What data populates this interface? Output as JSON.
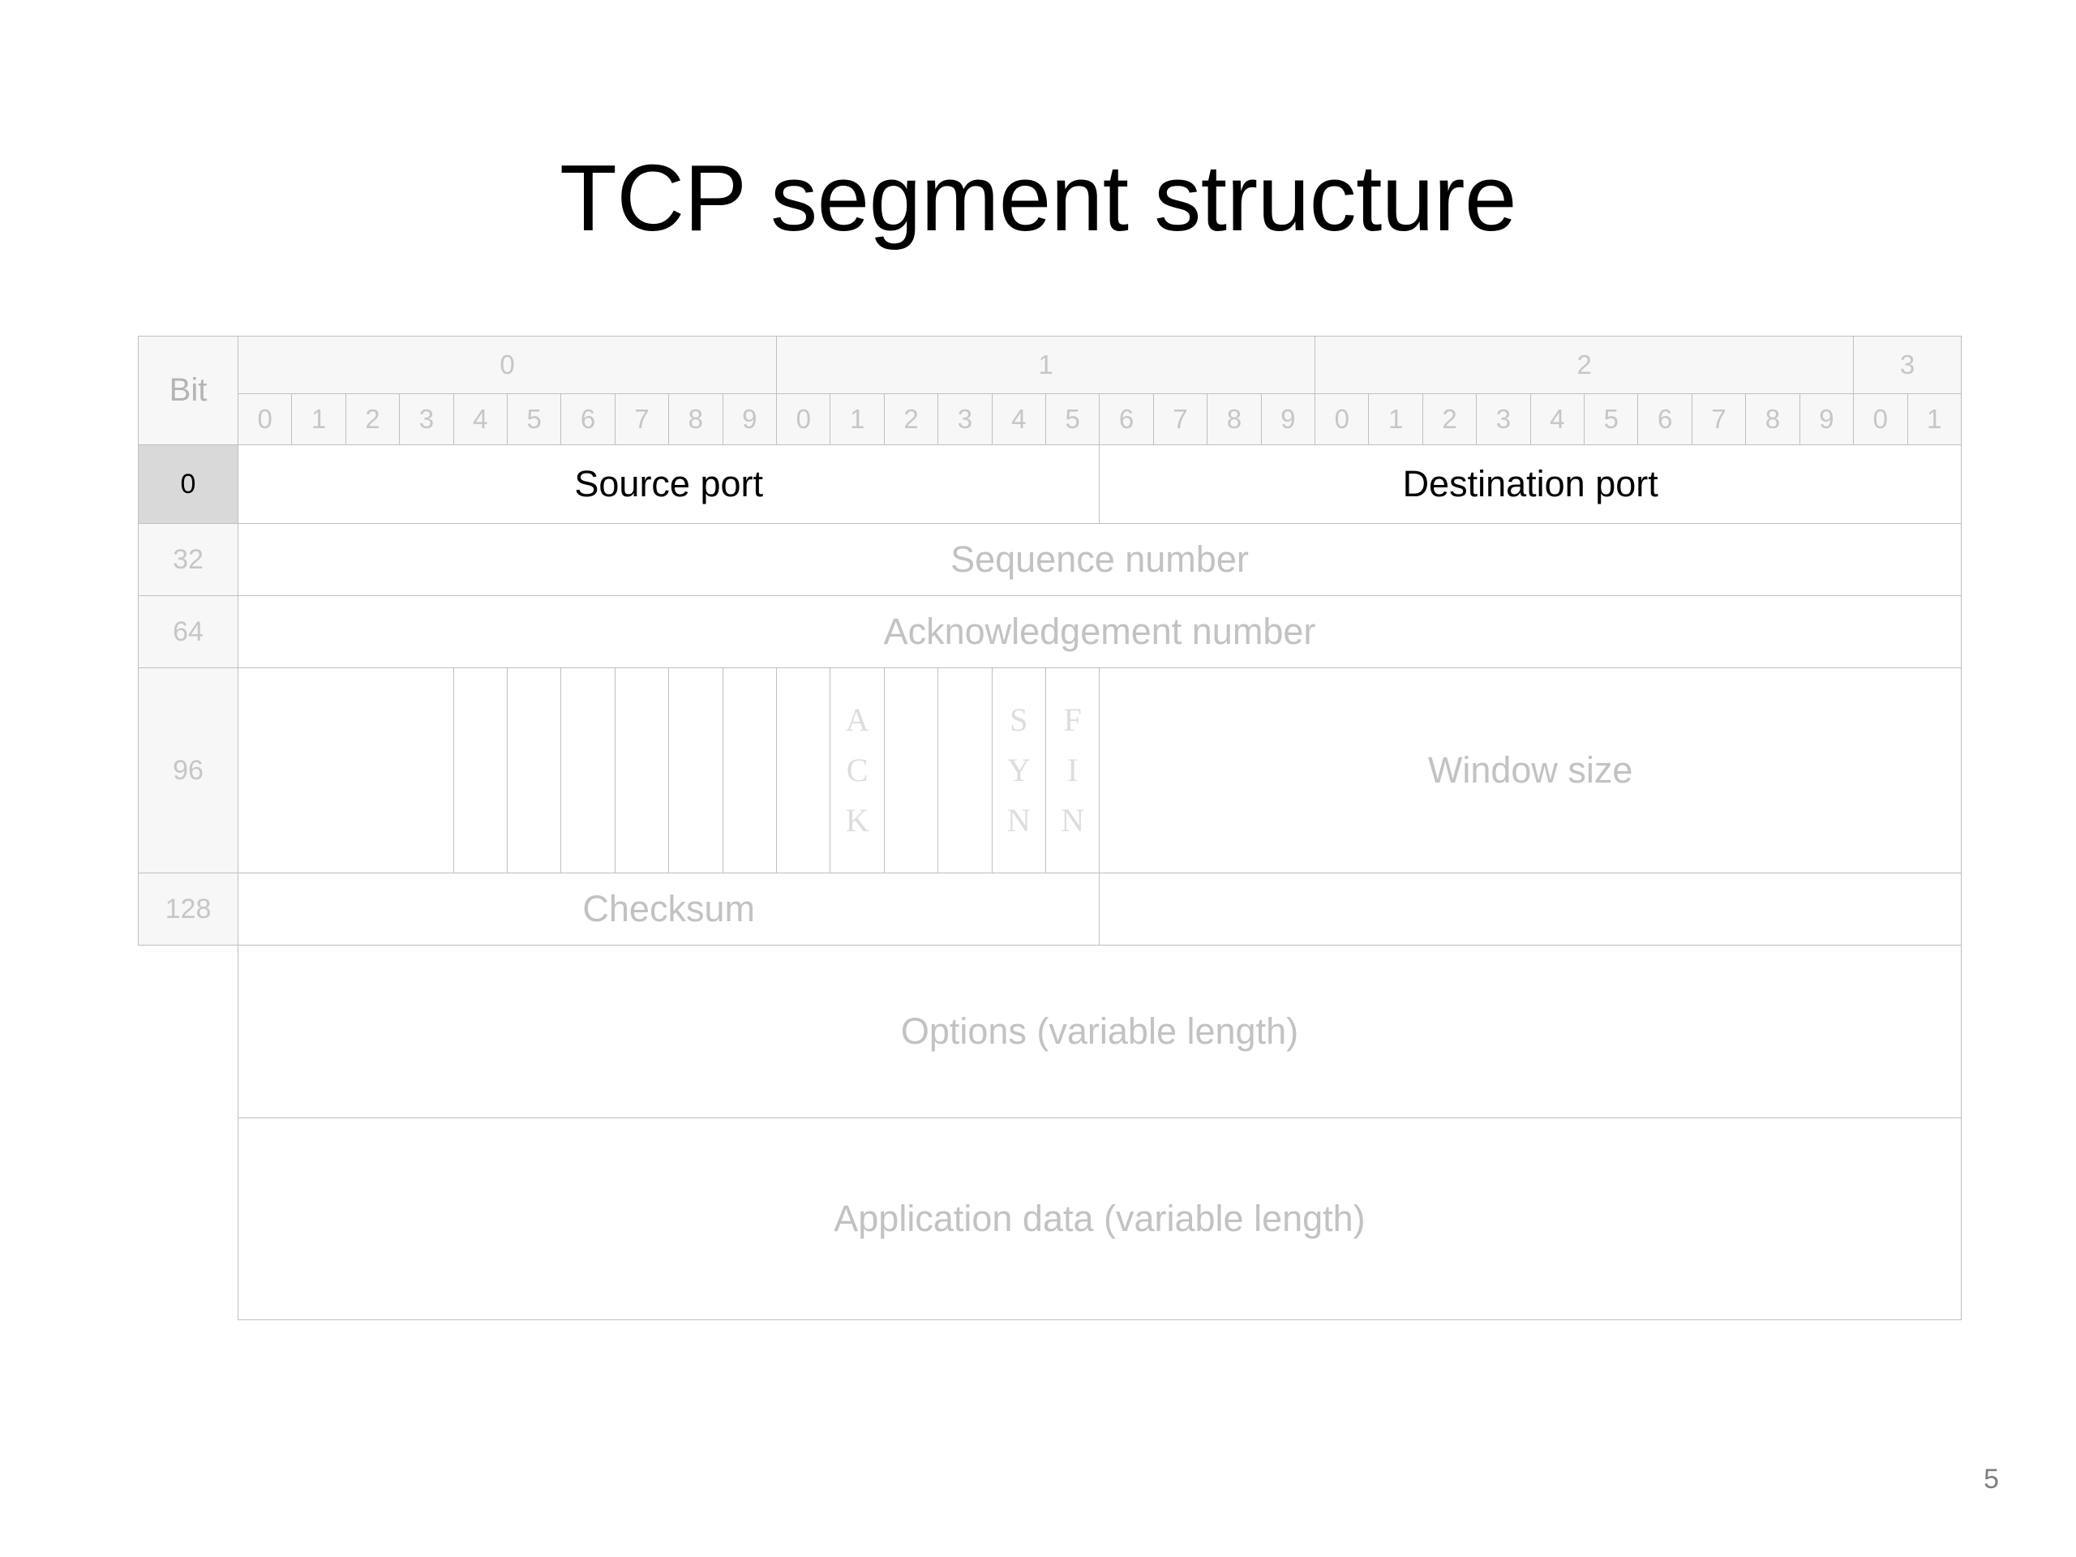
{
  "slide": {
    "title": "TCP segment structure",
    "page_number": "5"
  },
  "table": {
    "bit_label": "Bit",
    "decades": [
      "0",
      "1",
      "2",
      "3"
    ],
    "bit_numbers": [
      "0",
      "1",
      "2",
      "3",
      "4",
      "5",
      "6",
      "7",
      "8",
      "9",
      "0",
      "1",
      "2",
      "3",
      "4",
      "5",
      "6",
      "7",
      "8",
      "9",
      "0",
      "1",
      "2",
      "3",
      "4",
      "5",
      "6",
      "7",
      "8",
      "9",
      "0",
      "1"
    ],
    "offsets": [
      "0",
      "32",
      "64",
      "96",
      "128"
    ],
    "rows": [
      {
        "offset": "0",
        "emphasis": true,
        "fields": [
          {
            "label": "Source port",
            "bits": 16
          },
          {
            "label": "Destination port",
            "bits": 16
          }
        ]
      },
      {
        "offset": "32",
        "emphasis": false,
        "fields": [
          {
            "label": "Sequence number",
            "bits": 32
          }
        ]
      },
      {
        "offset": "64",
        "emphasis": false,
        "fields": [
          {
            "label": "Acknowledgement number",
            "bits": 32
          }
        ]
      },
      {
        "offset": "96",
        "emphasis": false,
        "fields": [
          {
            "label": "",
            "bits": 4
          },
          {
            "label": "",
            "bits": 1
          },
          {
            "label": "",
            "bits": 1
          },
          {
            "label": "",
            "bits": 1
          },
          {
            "label": "",
            "bits": 1
          },
          {
            "label": "",
            "bits": 1
          },
          {
            "label": "",
            "bits": 1
          },
          {
            "label": "",
            "bits": 1
          },
          {
            "label": "ACK",
            "bits": 1,
            "vertical": true
          },
          {
            "label": "",
            "bits": 1
          },
          {
            "label": "",
            "bits": 1
          },
          {
            "label": "SYN",
            "bits": 1,
            "vertical": true
          },
          {
            "label": "FIN",
            "bits": 1,
            "vertical": true
          },
          {
            "label": "Window size",
            "bits": 16
          }
        ]
      },
      {
        "offset": "128",
        "emphasis": false,
        "fields": [
          {
            "label": "Checksum",
            "bits": 16
          },
          {
            "label": "",
            "bits": 16
          }
        ]
      }
    ],
    "trailing_rows": [
      {
        "label": "Options (variable length)",
        "bits": 32
      },
      {
        "label": "Application data (variable length)",
        "bits": 32
      }
    ]
  }
}
